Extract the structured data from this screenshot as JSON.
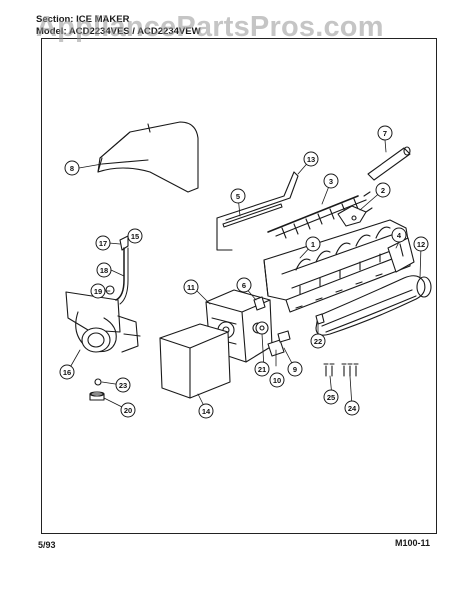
{
  "header": {
    "section_label": "Section:",
    "section_value": "ICE MAKER",
    "model_label": "Model:",
    "model_value": "ACD2234VES / ACD2234VEW"
  },
  "watermark": "AppliancePartsPros.com",
  "footer": {
    "date": "5/93",
    "page_code": "M100-11"
  },
  "callouts": [
    "1",
    "2",
    "3",
    "4",
    "5",
    "6",
    "7",
    "8",
    "9",
    "10",
    "11",
    "12",
    "13",
    "14",
    "15",
    "16",
    "17",
    "18",
    "19",
    "20",
    "21",
    "22",
    "23",
    "24",
    "25"
  ]
}
